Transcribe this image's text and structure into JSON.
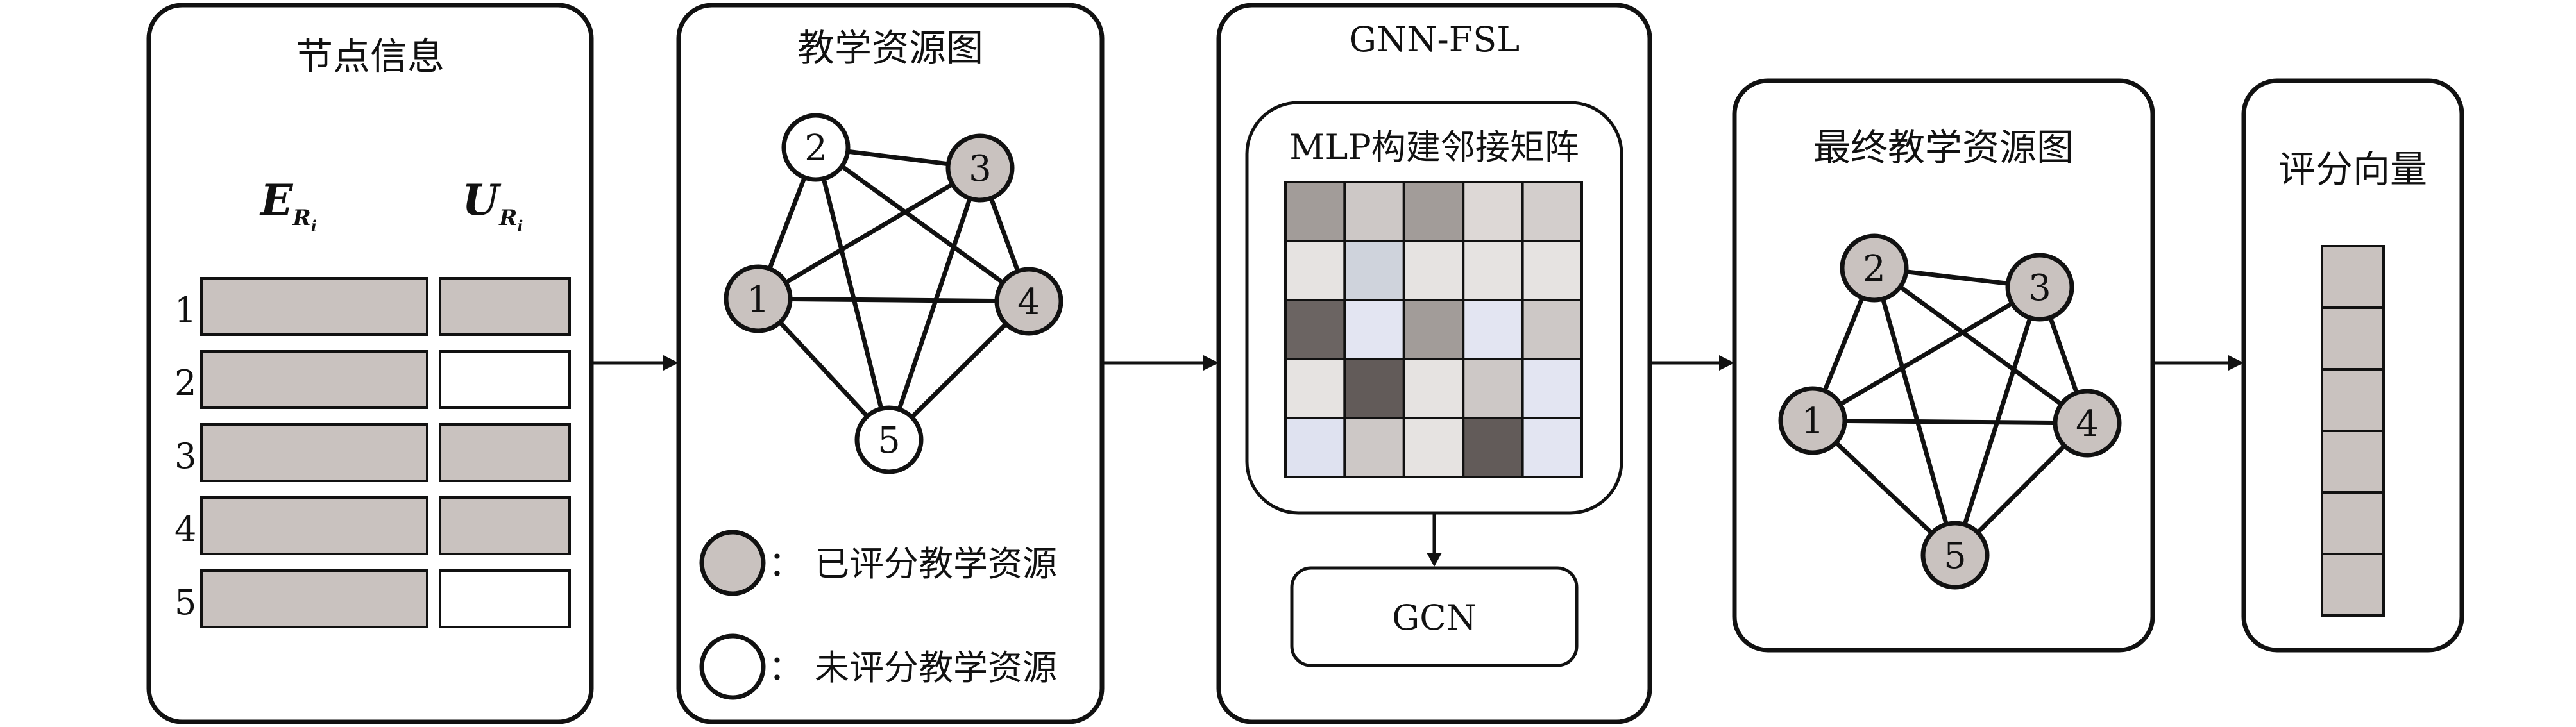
{
  "panels": {
    "node_info": {
      "title": "节点信息",
      "col_e": "E",
      "col_u": "U",
      "col_sub": "R",
      "col_subsub": "i",
      "row_labels": [
        "1",
        "2",
        "3",
        "4",
        "5"
      ],
      "u_rated": [
        true,
        false,
        true,
        true,
        false
      ]
    },
    "teaching_graph": {
      "title": "教学资源图",
      "nodes": [
        {
          "label": "1",
          "rated": true
        },
        {
          "label": "2",
          "rated": false
        },
        {
          "label": "3",
          "rated": true
        },
        {
          "label": "4",
          "rated": true
        },
        {
          "label": "5",
          "rated": false
        }
      ],
      "legend_rated": "已评分教学资源",
      "legend_unrated": "未评分教学资源",
      "legend_colon": "："
    },
    "gnn_fsl": {
      "title": "GNN-FSL",
      "mlp_title": "MLP构建邻接矩阵",
      "gcn_label": "GCN",
      "matrix_colors": [
        [
          "#a29c99",
          "#cdc8c6",
          "#a29c99",
          "#ddd8d6",
          "#d3cecc"
        ],
        [
          "#e6e3e1",
          "#cfd3dc",
          "#e6e3e1",
          "#e6e3e1",
          "#e6e3e1"
        ],
        [
          "#6b6462",
          "#e3e5f2",
          "#a29c99",
          "#e3e5f2",
          "#cdc8c6"
        ],
        [
          "#e6e3e1",
          "#625b59",
          "#e6e3e1",
          "#cdc8c6",
          "#e3e5f2"
        ],
        [
          "#dfe2f0",
          "#cdc8c6",
          "#e6e3e1",
          "#625b59",
          "#e3e5f2"
        ]
      ]
    },
    "final_graph": {
      "title": "最终教学资源图",
      "nodes": [
        {
          "label": "1",
          "rated": true
        },
        {
          "label": "2",
          "rated": true
        },
        {
          "label": "3",
          "rated": true
        },
        {
          "label": "4",
          "rated": true
        },
        {
          "label": "5",
          "rated": true
        }
      ]
    },
    "score_vector": {
      "title": "评分向量",
      "cells": 6
    }
  },
  "edges": [
    [
      0,
      1
    ],
    [
      0,
      2
    ],
    [
      0,
      3
    ],
    [
      0,
      4
    ],
    [
      1,
      2
    ],
    [
      1,
      3
    ],
    [
      1,
      4
    ],
    [
      2,
      3
    ],
    [
      2,
      4
    ],
    [
      3,
      4
    ]
  ],
  "colors": {
    "rated_fill": "#c9c2bf",
    "unrated_fill": "#ffffff",
    "stroke": "#111111"
  }
}
